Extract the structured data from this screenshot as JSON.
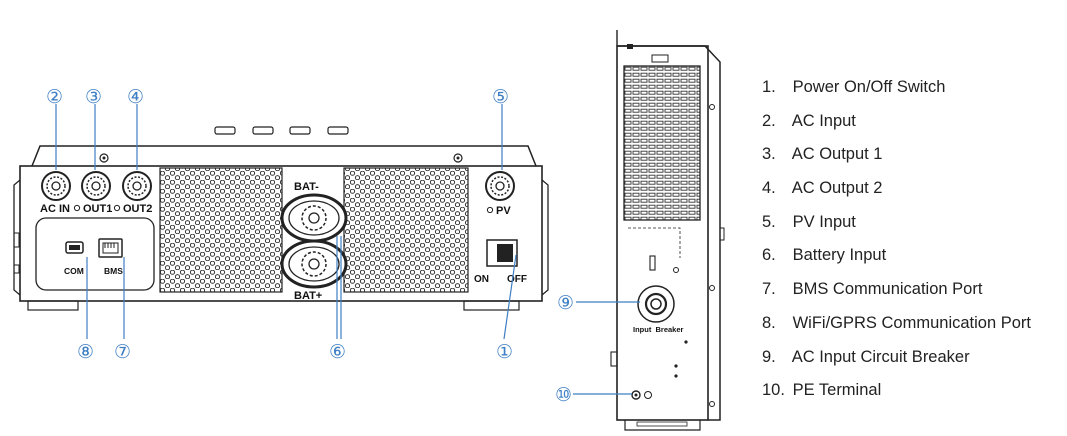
{
  "front_panel": {
    "labels": {
      "ac_in": "AC IN",
      "out1": "OUT1",
      "out2": "OUT2",
      "pv": "PV",
      "bat_minus": "BAT-",
      "bat_plus": "BAT+",
      "com": "COM",
      "bms": "BMS",
      "on": "ON",
      "off": "OFF"
    },
    "callouts": {
      "c1": "①",
      "c2": "②",
      "c3": "③",
      "c4": "④",
      "c5": "⑤",
      "c6": "⑥",
      "c7": "⑦",
      "c8": "⑧"
    }
  },
  "side_panel": {
    "breaker_label": "Input  Breaker",
    "callouts": {
      "c9": "⑨",
      "c10": "⑩"
    }
  },
  "legend": [
    {
      "num": "1.",
      "text": "Power On/Off Switch"
    },
    {
      "num": "2.",
      "text": "AC Input"
    },
    {
      "num": "3.",
      "text": "AC Output 1"
    },
    {
      "num": "4.",
      "text": "AC Output 2"
    },
    {
      "num": "5.",
      "text": "PV Input"
    },
    {
      "num": "6.",
      "text": "Battery Input"
    },
    {
      "num": "7.",
      "text": "BMS Communication Port"
    },
    {
      "num": "8.",
      "text": "WiFi/GPRS Communication Port"
    },
    {
      "num": "9.",
      "text": "AC Input Circuit Breaker"
    },
    {
      "num": "10.",
      "text": "PE Terminal"
    }
  ],
  "colors": {
    "callout": "#3f7fc4",
    "outline": "#222222",
    "vent": "#333333"
  }
}
